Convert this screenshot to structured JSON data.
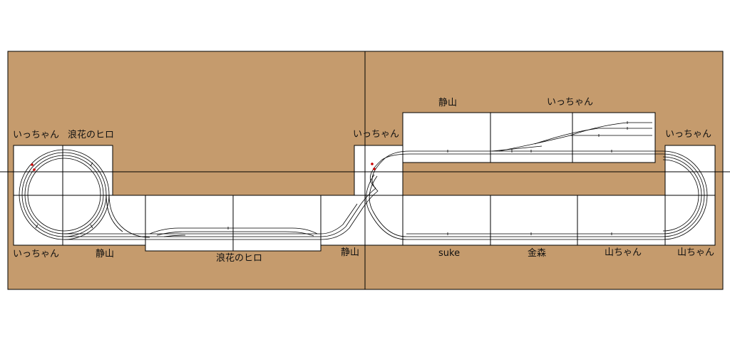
{
  "diagram": {
    "board_color": "#c59b6d",
    "module_color": "#ffffff",
    "line_color": "#000000",
    "track_color": "#000000",
    "marker_color": "#cc0000"
  },
  "labels": {
    "top_left_1": "いっちゃん",
    "top_left_2": "浪花のヒロ",
    "top_mid": "いっちゃん",
    "top_right": "いっちゃん",
    "upper_1": "静山",
    "upper_2": "いっちゃん",
    "bottom_1": "いっちゃん",
    "bottom_2": "静山",
    "bottom_3": "浪花のヒロ",
    "bottom_4": "静山",
    "bottom_5": "suke",
    "bottom_6": "金森",
    "bottom_7": "山ちゃん",
    "bottom_8": "山ちゃん"
  }
}
